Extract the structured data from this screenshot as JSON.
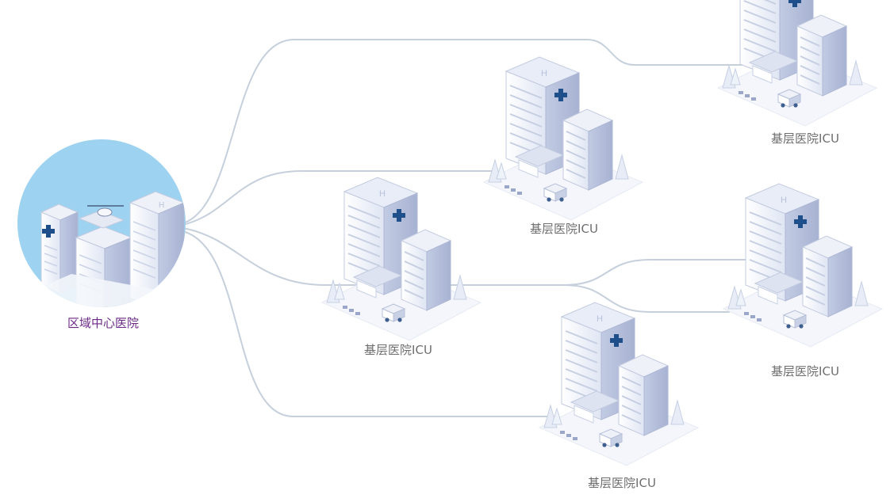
{
  "diagram": {
    "center": {
      "label": "区域中心医院"
    },
    "nodes": [
      {
        "id": "icu-1",
        "label": "基层医院ICU"
      },
      {
        "id": "icu-2",
        "label": "基层医院ICU"
      },
      {
        "id": "icu-3",
        "label": "基层医院ICU"
      },
      {
        "id": "icu-4",
        "label": "基层医院ICU"
      },
      {
        "id": "icu-5",
        "label": "基层医院ICU"
      }
    ],
    "colors": {
      "link": "#c5d0dc",
      "center_label": "#6b2a86",
      "node_label": "#6e6e6e",
      "center_circle": "#9dd3f1",
      "cross": "#1f4f8a"
    }
  }
}
